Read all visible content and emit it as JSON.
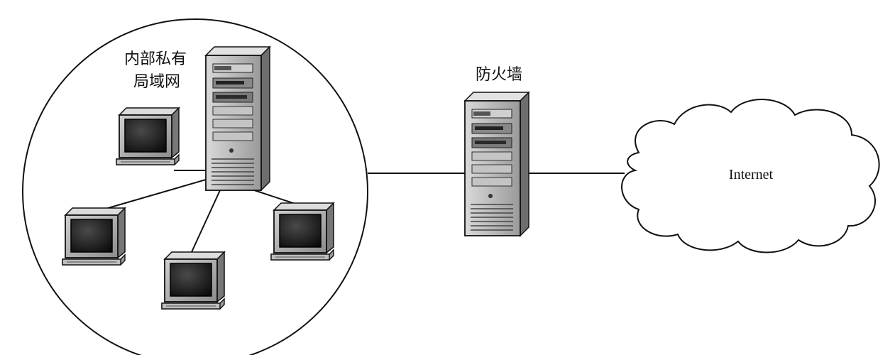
{
  "labels": {
    "lan_line1": "内部私有",
    "lan_line2": "局域网",
    "firewall": "防火墙",
    "internet": "Internet"
  },
  "colors": {
    "line": "#111111",
    "tower_body": "#b8b8b8",
    "tower_side": "#7a7a7a",
    "screen": "#151515"
  }
}
